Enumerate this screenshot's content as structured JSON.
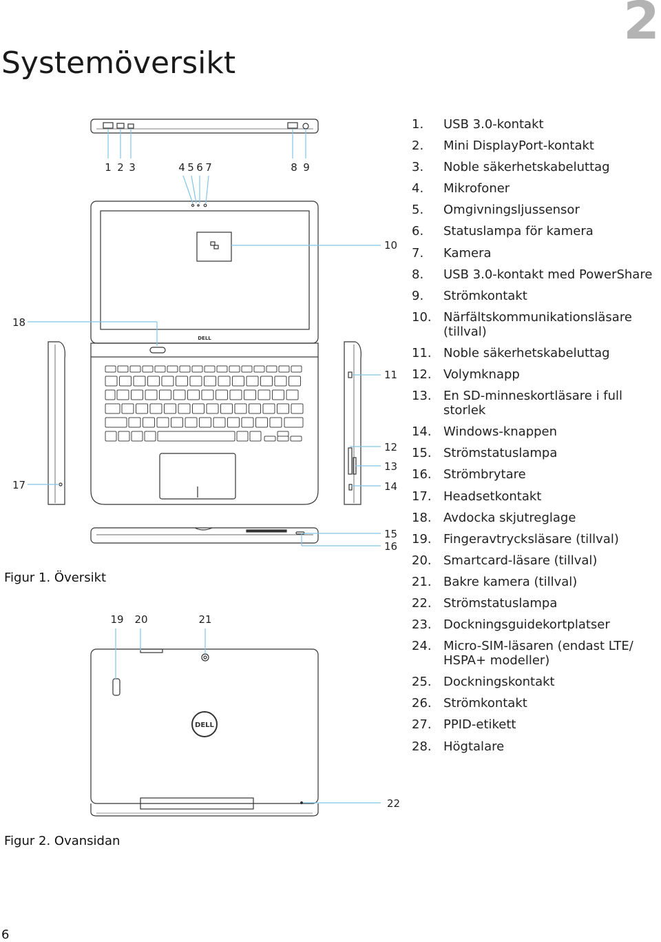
{
  "chapter_number": "2",
  "title": "Systemöversikt",
  "figure1_caption": "Figur 1. Översikt",
  "figure2_caption": "Figur 2. Ovansidan",
  "page_number": "6",
  "legend": [
    {
      "num": "1.",
      "text": "USB 3.0-kontakt"
    },
    {
      "num": "2.",
      "text": "Mini DisplayPort-kontakt"
    },
    {
      "num": "3.",
      "text": "Noble säkerhetskabeluttag"
    },
    {
      "num": "4.",
      "text": "Mikrofoner"
    },
    {
      "num": "5.",
      "text": "Omgivningsljussensor"
    },
    {
      "num": "6.",
      "text": "Statuslampa för kamera"
    },
    {
      "num": "7.",
      "text": "Kamera"
    },
    {
      "num": "8.",
      "text": "USB 3.0-kontakt med PowerShare"
    },
    {
      "num": "9.",
      "text": "Strömkontakt"
    },
    {
      "num": "10.",
      "text": "Närfältskommunikationsläsare (tillval)"
    },
    {
      "num": "11.",
      "text": "Noble säkerhetskabeluttag"
    },
    {
      "num": "12.",
      "text": "Volymknapp"
    },
    {
      "num": "13.",
      "text": "En SD-minneskortläsare i full storlek"
    },
    {
      "num": "14.",
      "text": "Windows-knappen"
    },
    {
      "num": "15.",
      "text": "Strömstatuslampa"
    },
    {
      "num": "16.",
      "text": "Strömbrytare"
    },
    {
      "num": "17.",
      "text": "Headsetkontakt"
    },
    {
      "num": "18.",
      "text": "Avdocka skjutreglage"
    },
    {
      "num": "19.",
      "text": "Fingeravtrycksläsare (tillval)"
    },
    {
      "num": "20.",
      "text": "Smartcard-läsare (tillval)"
    },
    {
      "num": "21.",
      "text": "Bakre kamera (tillval)"
    },
    {
      "num": "22.",
      "text": "Strömstatuslampa"
    },
    {
      "num": "23.",
      "text": "Dockningsguidekortplatser"
    },
    {
      "num": "24.",
      "text": "Micro-SIM-läsaren (endast LTE/ HSPA+ modeller)"
    },
    {
      "num": "25.",
      "text": "Dockningskontakt"
    },
    {
      "num": "26.",
      "text": "Strömkontakt"
    },
    {
      "num": "27.",
      "text": "PPID-etikett"
    },
    {
      "num": "28.",
      "text": "Högtalare"
    }
  ],
  "callouts": {
    "c1": "1",
    "c2": "2",
    "c3": "3",
    "c4": "4",
    "c5": "5",
    "c6": "6",
    "c7": "7",
    "c8": "8",
    "c9": "9",
    "c10": "10",
    "c11": "11",
    "c12": "12",
    "c13": "13",
    "c14": "14",
    "c15": "15",
    "c16": "16",
    "c17": "17",
    "c18": "18",
    "c19": "19",
    "c20": "20",
    "c21": "21",
    "c22": "22"
  },
  "brand_logo": "DELL"
}
